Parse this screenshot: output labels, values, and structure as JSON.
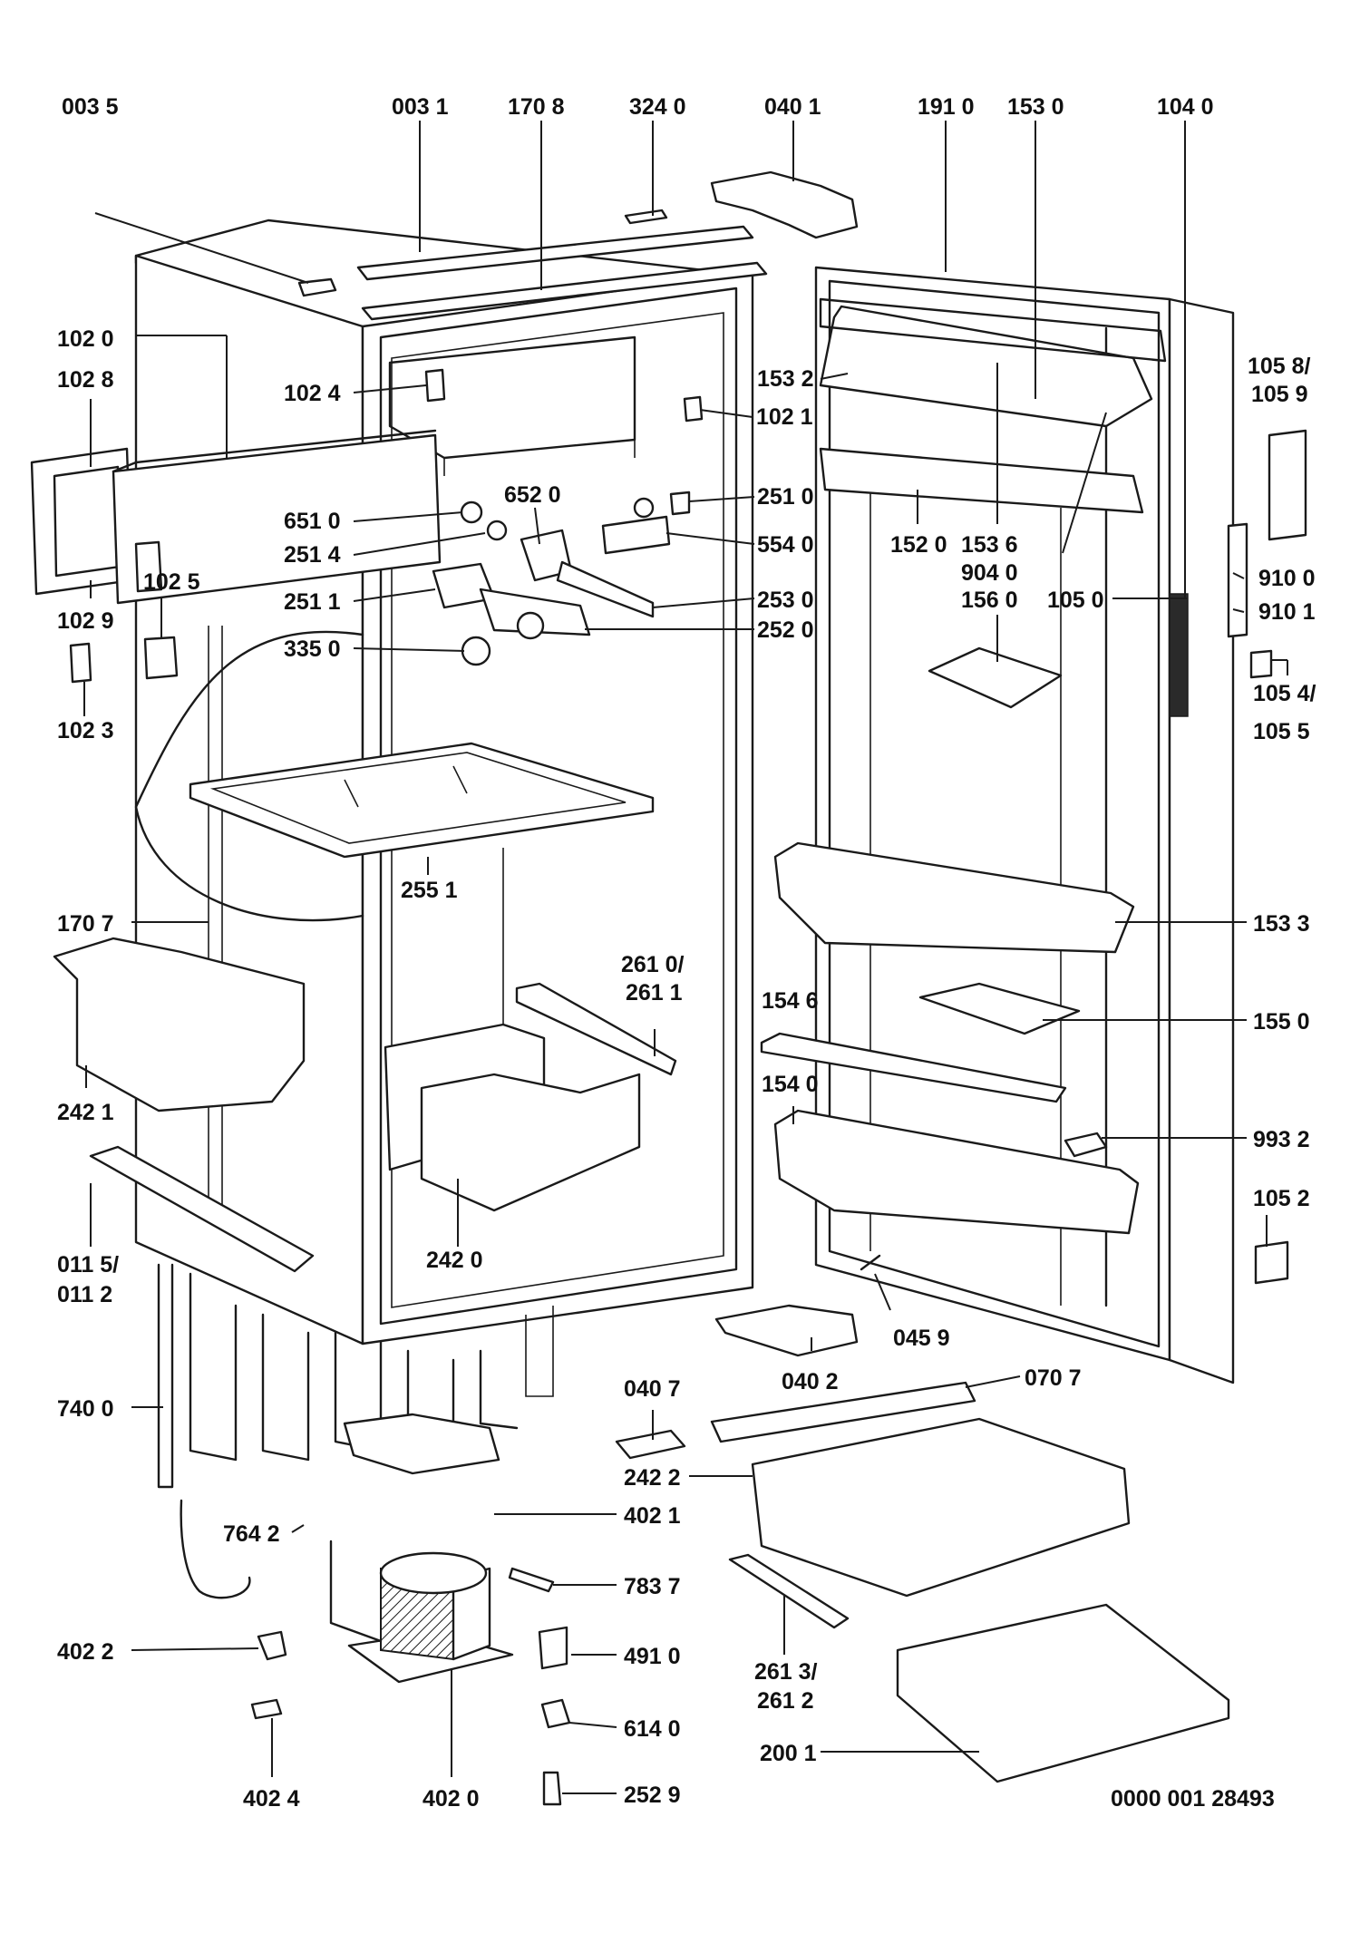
{
  "drawing_number": "0000 001 28493",
  "labels": [
    "003 5",
    "003 1",
    "170 8",
    "324 0",
    "040 1",
    "191 0",
    "153 0",
    "104 0",
    "102 0",
    "102 8",
    "102 4",
    "102 1",
    "153 2",
    "105 8/",
    "105 9",
    "651 0",
    "652 0",
    "251 0",
    "251 4",
    "554 0",
    "152 0",
    "153 6",
    "904 0",
    "910 0",
    "102 9",
    "102 5",
    "251 1",
    "253 0",
    "105 0",
    "910 1",
    "335 0",
    "252 0",
    "156 0",
    "105 4/",
    "102 3",
    "105 5",
    "255 1",
    "170 7",
    "153 3",
    "261 0/",
    "261 1",
    "154 6",
    "155 0",
    "154 0",
    "242 1",
    "993 2",
    "105 2",
    "011 5/",
    "011 2",
    "242 0",
    "045 9",
    "040 7",
    "040 2",
    "070 7",
    "740 0",
    "242 2",
    "402 1",
    "764 2",
    "783 7",
    "402 2",
    "491 0",
    "261 3/",
    "261 2",
    "614 0",
    "200 1",
    "252 9",
    "402 4",
    "402 0"
  ]
}
